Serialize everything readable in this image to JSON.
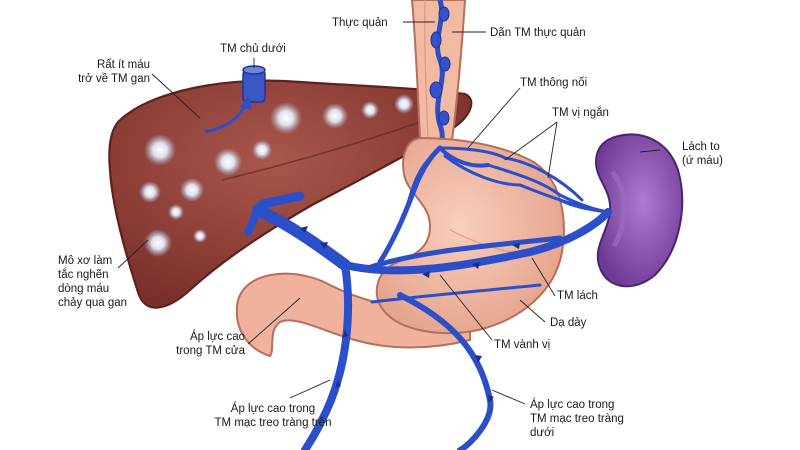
{
  "labels": {
    "esophagus": "Thực quản",
    "dilated_esophageal_vein": "Dãn TM thực quản",
    "ivc": "TM chủ dưới",
    "little_blood_return": "Rất ít máu\ntrở về TM gan",
    "anastomotic_vein": "TM thông nối",
    "short_gastric_vein": "TM vị ngắn",
    "enlarged_spleen": "Lách to\n(ứ máu)",
    "fibrosis": "Mô xơ làm\ntắc nghẽn\ndòng máu\nchảy qua gan",
    "splenic_vein": "TM lách",
    "stomach": "Dạ dày",
    "coronary_vein": "TM vành vị",
    "portal_hypertension": "Áp lực cao\ntrong TM cửa",
    "superior_mesenteric": "Áp lực cao trong\nTM mạc treo tràng trên",
    "inferior_mesenteric": "Áp lực cao trong\nTM mạc treo tràng\ndưới"
  },
  "colors": {
    "liver": "#8e3a33",
    "stomach": "#f2b9a3",
    "spleen": "#8a52b0",
    "vein": "#2b4fc8",
    "leader": "#222222"
  }
}
